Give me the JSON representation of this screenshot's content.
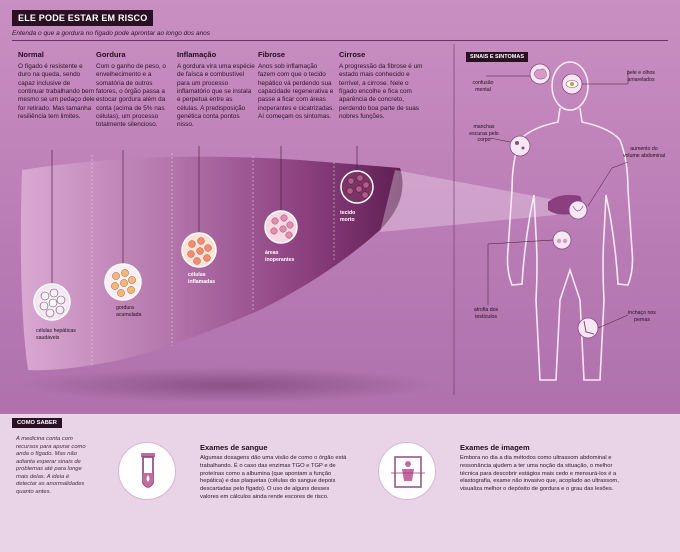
{
  "header": {
    "title": "ELE PODE ESTAR EM RISCO",
    "subtitle": "Entenda o que a gordura no fígado pode aprontar ao longo dos anos"
  },
  "stages": [
    {
      "title": "Normal",
      "text": "O fígado é resistente e duro na queda, sendo capaz inclusive de continuar trabalhando bem mesmo se um pedaço dele for retirado. Mas tamanha resiliência tem limites.",
      "cell_label": "células hepáticas saudáveis"
    },
    {
      "title": "Gordura",
      "text": "Com o ganho de peso, o envelhecimento e a somatória de outros fatores, o órgão passa a estocar gordura além da conta (acima de 5% nas células), um processo totalmente silencioso.",
      "cell_label": "gordura acumulada"
    },
    {
      "title": "Inflamação",
      "text": "A gordura vira uma espécie de faísca e combustível para um processo inflamatório que se instala e perpetua entre as células. A predisposição genética conta pontos nisso.",
      "cell_label": "células inflamadas"
    },
    {
      "title": "Fibrose",
      "text": "Anos sob inflamação fazem com que o tecido hepático vá perdendo sua capacidade regenerativa e passe a ficar com áreas inoperantes e cicatrizadas. Aí começam os sintomas.",
      "cell_label": "áreas inoperantes"
    },
    {
      "title": "Cirrose",
      "text": "A progressão da fibrose é um estado mais conhecido e terrível, a cirrose. Nele o fígado encolhe e fica com aparência de concreto, perdendo boa parte de suas nobres funções.",
      "cell_label": "tecido morto"
    }
  ],
  "signs": {
    "tag": "SINAIS E SINTOMAS",
    "items": [
      {
        "label": "confusão mental",
        "icon": "brain-icon"
      },
      {
        "label": "pele e olhos amarelados",
        "icon": "eye-icon"
      },
      {
        "label": "manchas escuras pelo corpo",
        "icon": "skin-spots-icon"
      },
      {
        "label": "aumento do volume abdominal",
        "icon": "abdomen-icon"
      },
      {
        "label": "atrofia dos testículos",
        "icon": "testicles-icon"
      },
      {
        "label": "inchaço nos pernas",
        "icon": "leg-swelling-icon"
      }
    ]
  },
  "how_to_know": {
    "tag": "COMO SABER",
    "text": "A medicina conta com recursos para apurar como anda o fígado. Mas não adianta esperar sinais de problemas até para longe mais delas. A ideia é detectar as anormalidades quanto antes."
  },
  "exams": [
    {
      "title": "Exames de sangue",
      "text": "Algumas dosagens dão uma visão de como o órgão está trabalhando. É o caso das enzimas TGO e TGP e de proteínas como a albumina (que apontam a função hepática) e das plaquetas (células do sangue depois descartadas pelo fígado). O uso de alguns desses valores em cálculos ainda rende escores de risco.",
      "icon": "blood-tube-icon"
    },
    {
      "title": "Exames de imagem",
      "text": "Embora no dia a dia métodos como ultrassom abdominal e ressonância ajudem a ter uma noção da situação, o melhor técnica para descobrir estágios mais cedo e mensurá-los é a elastografia, exame não invasivo que, acoplado ao ultrassom, visualiza melhor o depósito de gordura e o grau das lesões.",
      "icon": "body-scan-icon"
    }
  ],
  "colors": {
    "background": "#b97bb4",
    "liver_dark": "#6e2a5e",
    "accent_dark": "#2a1023",
    "bottom_panel": "#e9d3e6"
  }
}
